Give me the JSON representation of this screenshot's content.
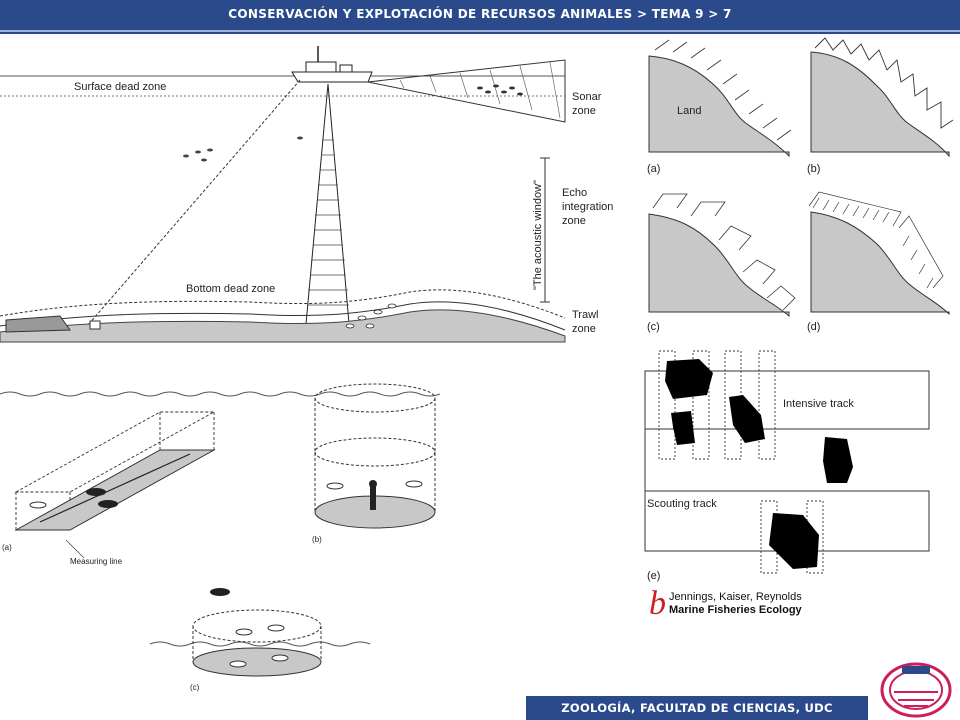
{
  "header": {
    "title": "CONSERVACIÓN Y EXPLOTACIÓN DE RECURSOS ANIMALES > TEMA 9 > 7"
  },
  "footer": {
    "text": "ZOOLOGÍA, FACULTAD DE CIENCIAS, UDC"
  },
  "acoustic_figure": {
    "surface_dead_zone": "Surface dead zone",
    "bottom_dead_zone": "Bottom dead zone",
    "sonar_zone": [
      "Sonar",
      "zone"
    ],
    "echo_integration_zone": [
      "Echo",
      "integration",
      "zone"
    ],
    "trawl_zone": [
      "Trawl",
      "zone"
    ],
    "acoustic_window": "\"The acoustic window\""
  },
  "transect_figure": {
    "land": "Land",
    "panel_a": "(a)",
    "panel_b": "(b)",
    "panel_c": "(c)",
    "panel_d": "(d)"
  },
  "track_figure": {
    "intensive_track": "Intensive track",
    "scouting_track": "Scouting track",
    "panel_e": "(e)"
  },
  "diver_figure": {
    "measuring_line": "Measuring line",
    "panel_a": "(a)",
    "panel_b": "(b)",
    "panel_c": "(c)"
  },
  "credit": {
    "logo_letter": "b",
    "authors": "Jennings, Kaiser, Reynolds",
    "book": "Marine Fisheries Ecology"
  },
  "colors": {
    "header_bg": "#2a4a8c",
    "seabed": "#c8c8c8",
    "blob": "#000000",
    "credit_red": "#cc1f1f"
  }
}
